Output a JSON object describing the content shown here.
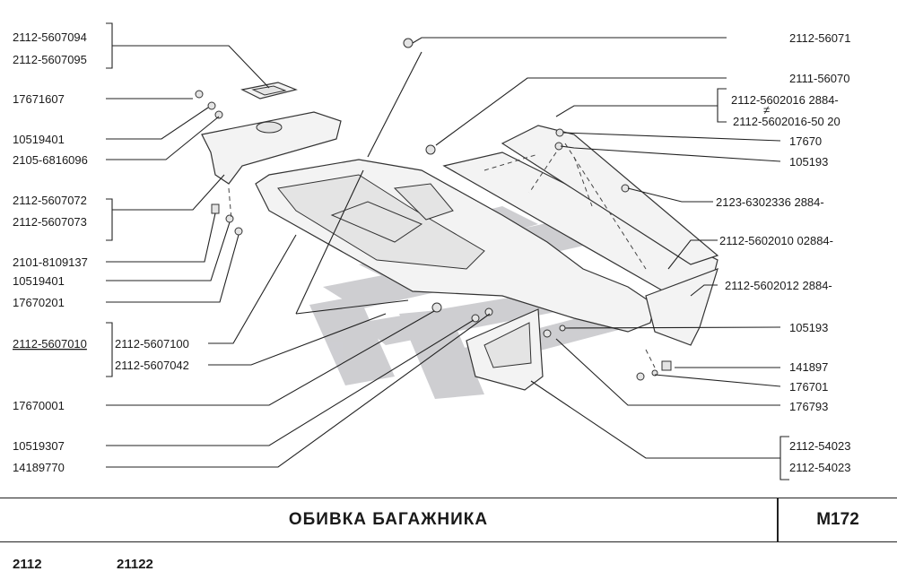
{
  "labels": {
    "l1": "2112-5607094",
    "l2": "2112-5607095",
    "l3": "17671607",
    "l4": "10519401",
    "l5": "2105-6816096",
    "l6": "2112-5607072",
    "l7": "2112-5607073",
    "l8": "2101-8109137",
    "l9": "10519401",
    "l10": "17670201",
    "l11": "2112-5607010",
    "l12": "2112-5607100",
    "l13": "2112-5607042",
    "l14": "17670001",
    "l15": "10519307",
    "l16": "14189770",
    "r1": "2112-56071",
    "r2": "2111-56070",
    "r3": "2112-5602016 2884-",
    "r4": "2112-5602016-50 20",
    "r5": "17670",
    "r6": "105193",
    "r7": "2123-6302336  2884-",
    "r8": "2112-5602010  02884-",
    "r9": "2112-5602012  2884-",
    "r10": "105193",
    "r11": "141897",
    "r12": "176701",
    "r13": "176793",
    "r14": "2112-54023",
    "r15": "2112-54023",
    "neq": "≠"
  },
  "title": "ОБИВКА  БАГАЖНИКА",
  "sheet_code": "M172",
  "models": [
    "2112",
    "21122"
  ],
  "colors": {
    "watermark": "#c8c8cc",
    "line": "#222222"
  }
}
